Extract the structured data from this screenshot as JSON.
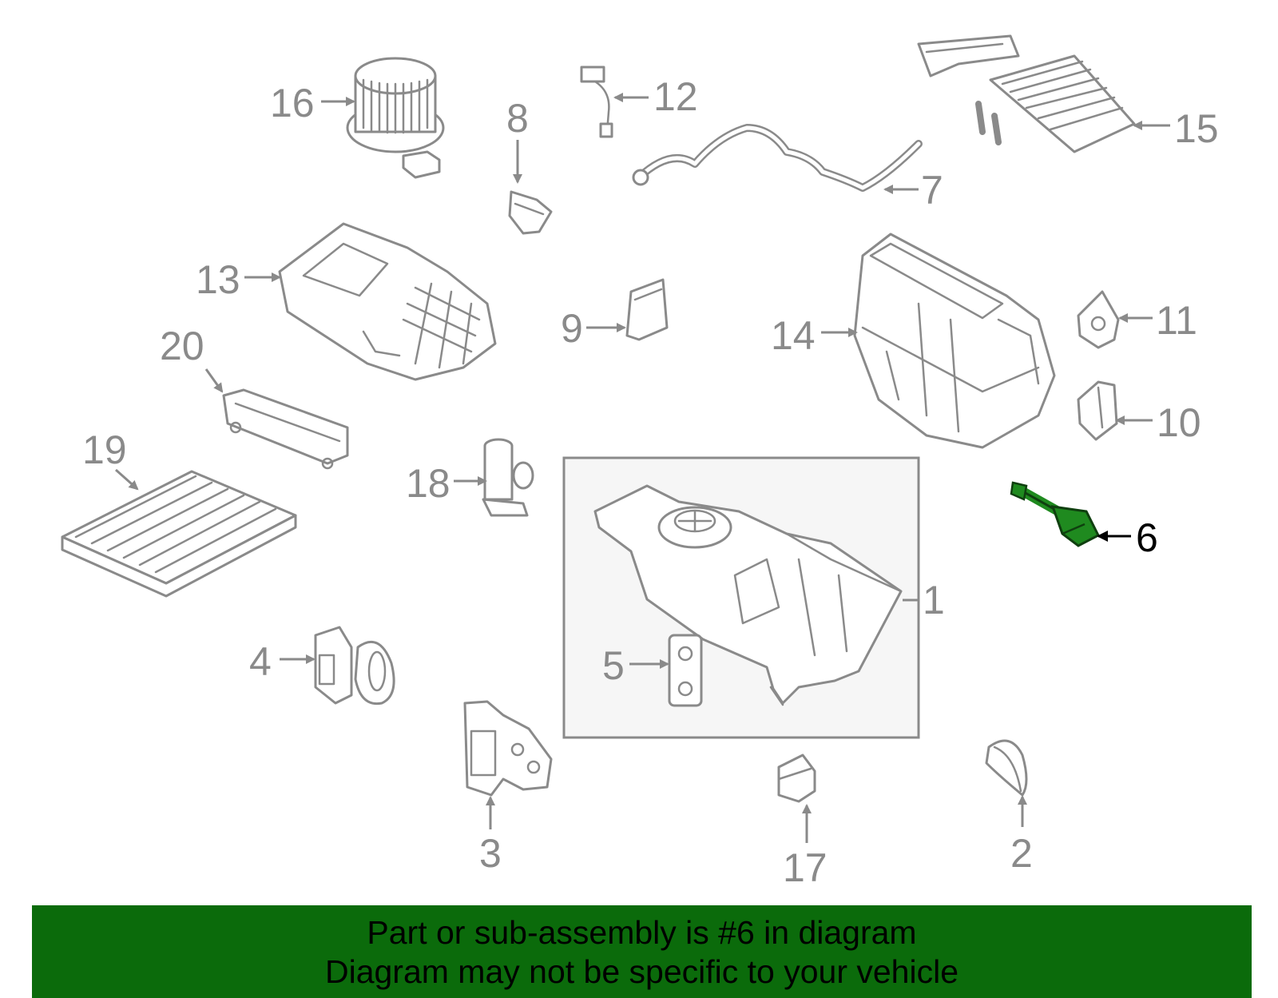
{
  "colors": {
    "highlight": "#1f8a1f",
    "banner_bg": "#0b6b0b",
    "line": "#8a8a8a",
    "box_fill": "#f6f6f6"
  },
  "callouts": {
    "c1": "1",
    "c2": "2",
    "c3": "3",
    "c4": "4",
    "c5": "5",
    "c6": "6",
    "c7": "7",
    "c8": "8",
    "c9": "9",
    "c10": "10",
    "c11": "11",
    "c12": "12",
    "c13": "13",
    "c14": "14",
    "c15": "15",
    "c16": "16",
    "c17": "17",
    "c18": "18",
    "c19": "19",
    "c20": "20"
  },
  "banner": {
    "line1": "Part or sub-assembly is #6 in diagram",
    "line2": "Diagram may not be specific to your vehicle"
  }
}
